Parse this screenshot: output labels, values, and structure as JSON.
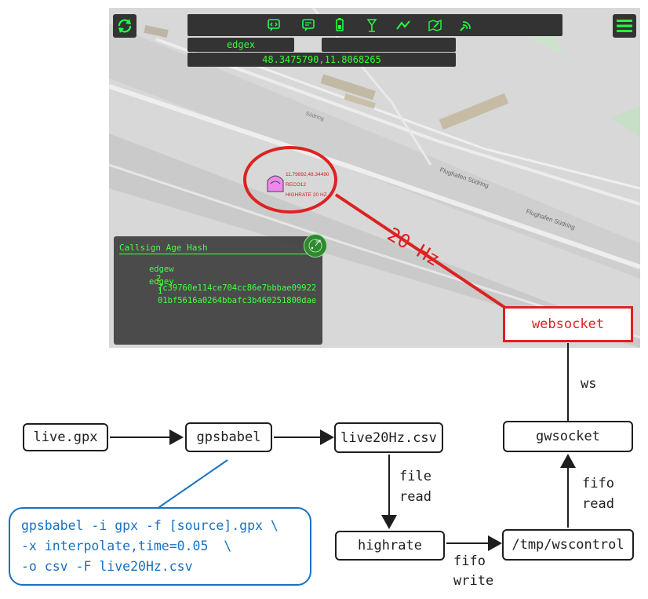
{
  "map": {
    "callsign_field": "edgex",
    "coordinates_field": "48.3475790,11.8068265",
    "icons": [
      "refresh-icon",
      "message-code-icon",
      "message-edit-icon",
      "battery-icon",
      "antenna-icon",
      "chevron-up-icon",
      "map-edit-icon",
      "signal-icon",
      "menu-icon"
    ],
    "roads": [
      "Flughafen Südring",
      "Flughafen Südring",
      "Südring"
    ],
    "marker": {
      "line1": "11.79892,48.34490",
      "line2": "RECO12",
      "line3": "HIGHRATE 20 HZ"
    },
    "table": {
      "header": "Callsign Age Hash",
      "rows": [
        {
          "callsign": "edgew",
          "age": "2",
          "hash": "7c39760e114ce704cc86e7bbbae09922"
        },
        {
          "callsign": "edgey",
          "age": "1",
          "hash": "01bf5616a0264bbafc3b460251800dae"
        }
      ]
    },
    "radar_label": "2NM",
    "colors": {
      "ui_green": "#22ff44",
      "panel": "#333333"
    }
  },
  "annotation": {
    "rate": "20 Hz",
    "websocket": "websocket",
    "color": "#dd2222"
  },
  "flow": {
    "nodes": {
      "live_gpx": "live.gpx",
      "gpsbabel": "gpsbabel",
      "live20hz": "live20Hz.csv",
      "highrate": "highrate",
      "wscontrol": "/tmp/wscontrol",
      "gwsocket": "gwsocket"
    },
    "edges": {
      "file_read": [
        "file",
        "read"
      ],
      "fifo_write": [
        "fifo",
        "write"
      ],
      "fifo_read": [
        "fifo",
        "read"
      ],
      "ws": "ws"
    },
    "command": {
      "line1": "gpsbabel -i gpx -f [source].gpx \\",
      "line2": "-x interpolate,time=0.05  \\",
      "line3": "-o csv -F live20Hz.csv"
    }
  }
}
